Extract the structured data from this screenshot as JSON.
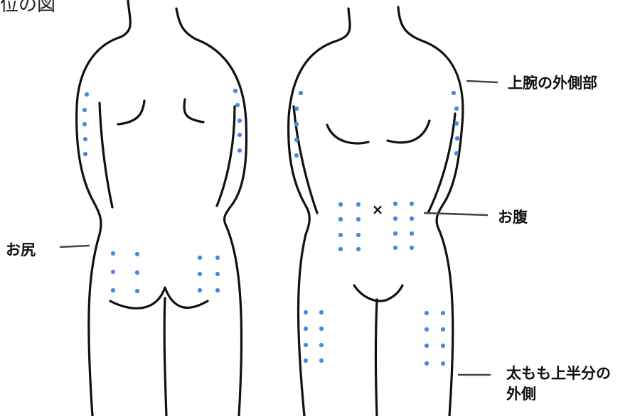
{
  "title": "位の図",
  "labels": {
    "upper_arm": "上腕の外側部",
    "abdomen": "お腹",
    "buttocks": "お尻",
    "thigh_line1": "太もも上半分の",
    "thigh_line2": "外側"
  },
  "navel_marker": "×",
  "colors": {
    "outline": "#111111",
    "dot": "#4a86e8",
    "leader": "#444444",
    "background": "#ffffff"
  }
}
